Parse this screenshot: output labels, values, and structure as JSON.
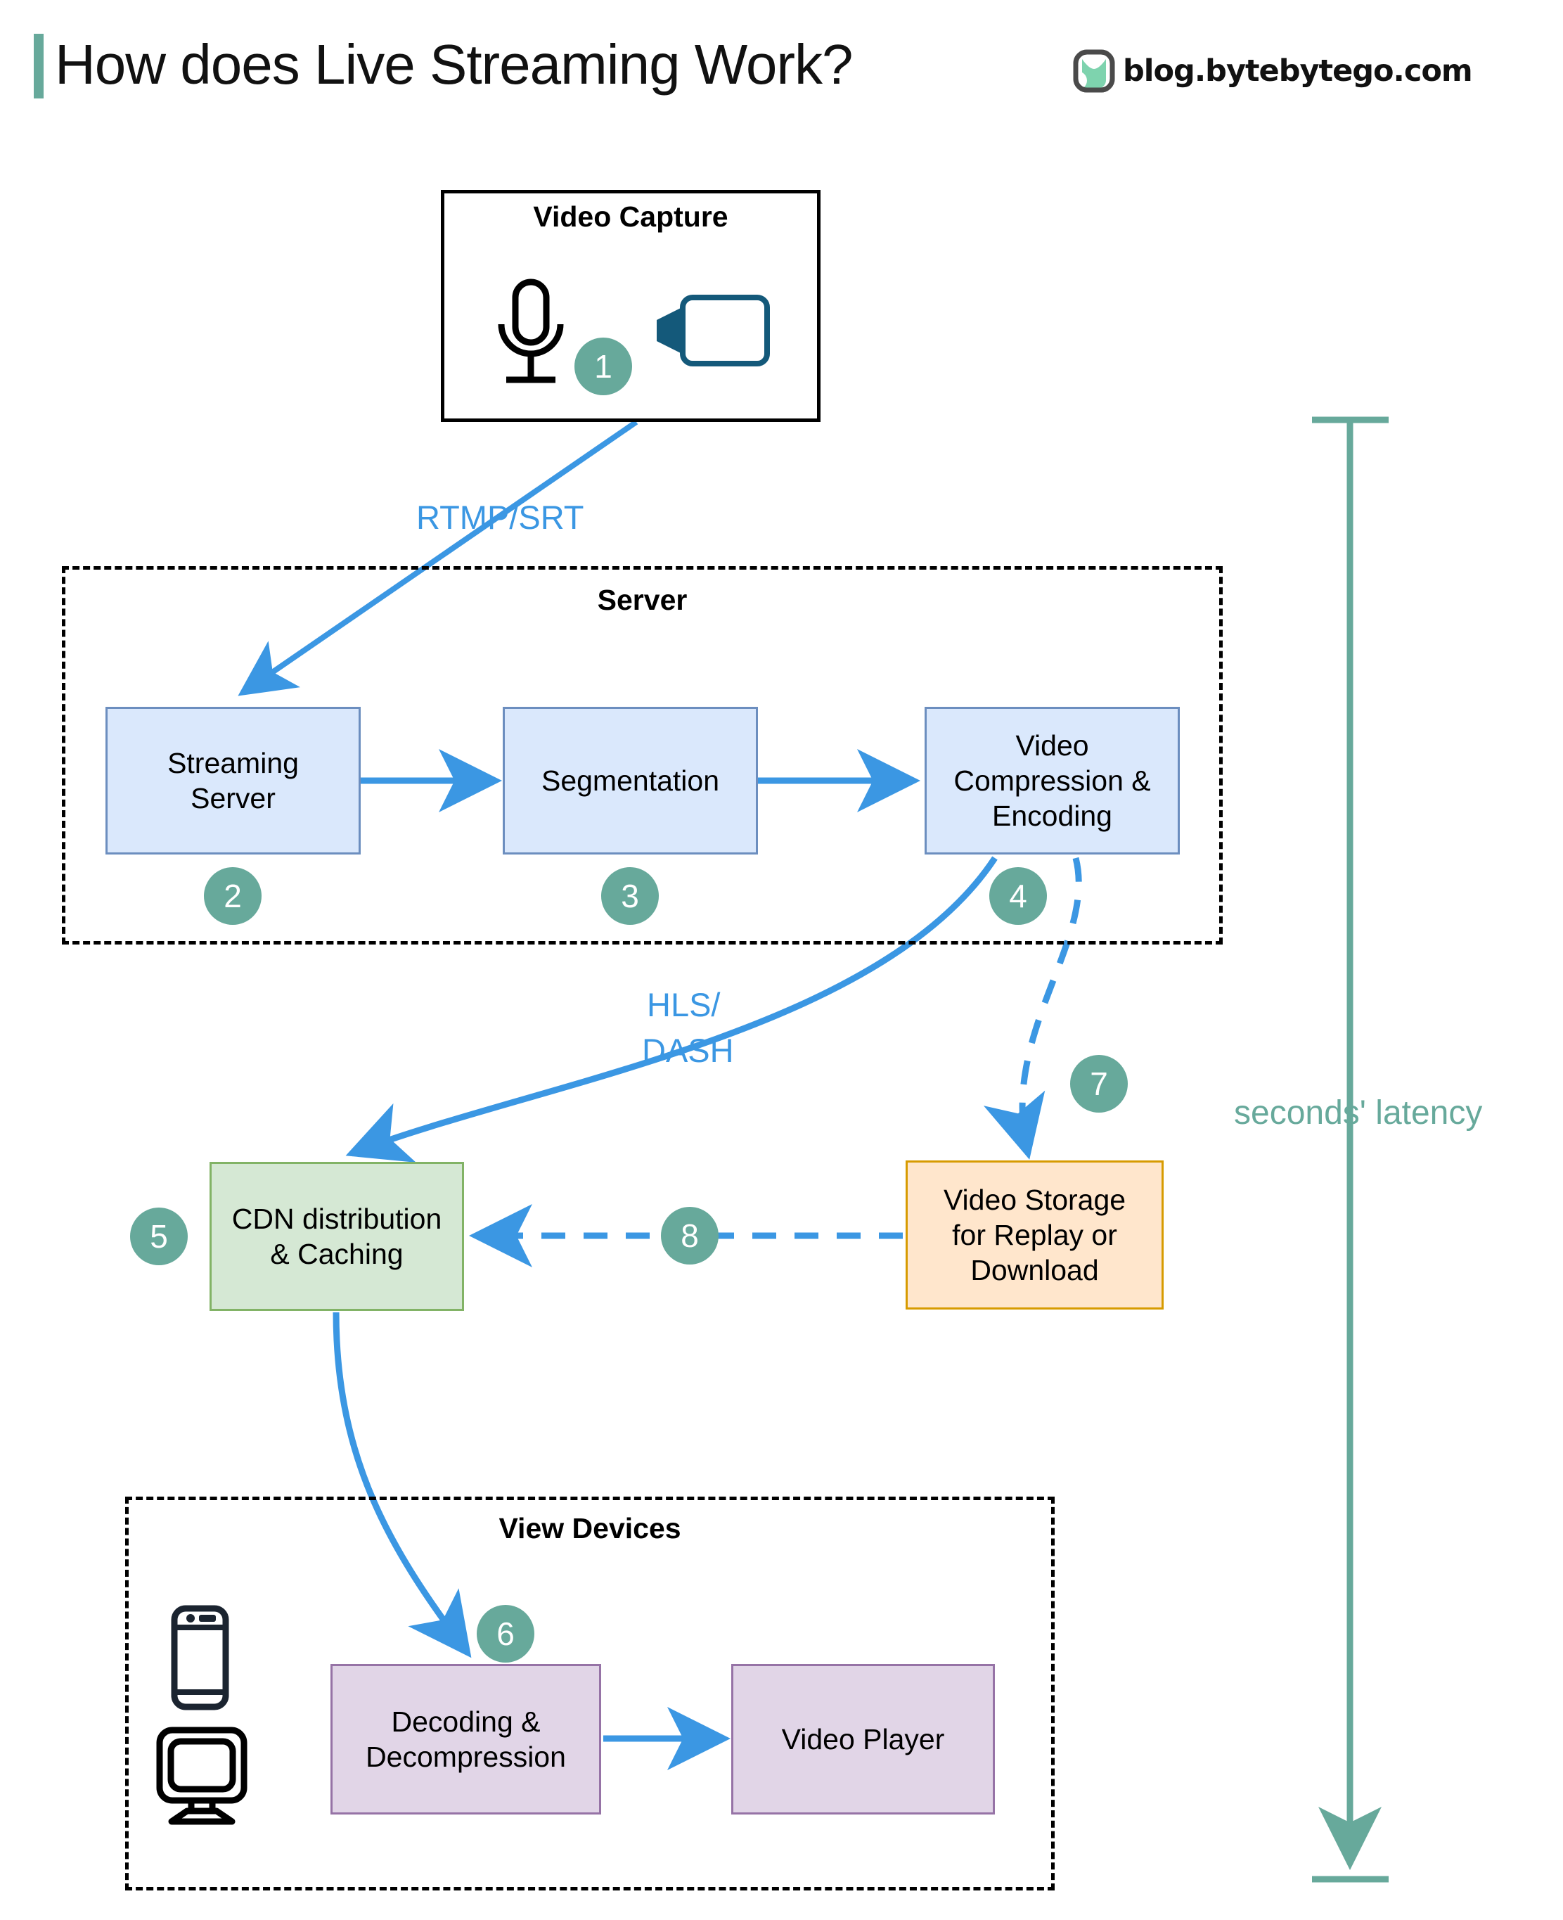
{
  "header": {
    "title": "How does Live Streaming Work?",
    "brand_text": "blog.bytebytego.com",
    "accent_color": "#67a99b"
  },
  "colors": {
    "accent_teal": "#67a99b",
    "arrow_blue": "#3b97e3",
    "blue_fill": "#dae8fc",
    "blue_stroke": "#6c8ebf",
    "green_fill": "#d5e8d4",
    "green_stroke": "#82b366",
    "orange_fill": "#ffe6cc",
    "orange_stroke": "#d79b00",
    "purple_fill": "#e1d5e7",
    "purple_stroke": "#9673a6"
  },
  "groups": {
    "video_capture": {
      "title": "Video Capture"
    },
    "server": {
      "title": "Server"
    },
    "view_devices": {
      "title": "View Devices"
    }
  },
  "nodes": {
    "streaming_server": {
      "label": "Streaming\nServer",
      "step": "2"
    },
    "segmentation": {
      "label": "Segmentation",
      "step": "3"
    },
    "video_compression": {
      "label": "Video\nCompression &\nEncoding",
      "step": "4"
    },
    "cdn": {
      "label": "CDN distribution\n& Caching",
      "step": "5"
    },
    "video_storage": {
      "label": "Video Storage\nfor Replay or\nDownload",
      "step": "7"
    },
    "decoding": {
      "label": "Decoding &\nDecompression",
      "step": "6"
    },
    "video_player": {
      "label": "Video Player"
    }
  },
  "steps": {
    "capture": "1",
    "streaming_server": "2",
    "segmentation": "3",
    "video_compression": "4",
    "cdn": "5",
    "decoding": "6",
    "video_storage": "7",
    "storage_to_cdn": "8"
  },
  "edge_labels": {
    "capture_to_server": "RTMP/SRT",
    "encoding_to_cdn_line1": "HLS/",
    "encoding_to_cdn_line2": "DASH"
  },
  "annotations": {
    "latency": "seconds' latency"
  },
  "icons": {
    "microphone": "microphone-icon",
    "video_camera": "video-camera-icon",
    "phone": "phone-icon",
    "monitor": "monitor-icon",
    "logo": "bytebytego-logo-icon"
  }
}
